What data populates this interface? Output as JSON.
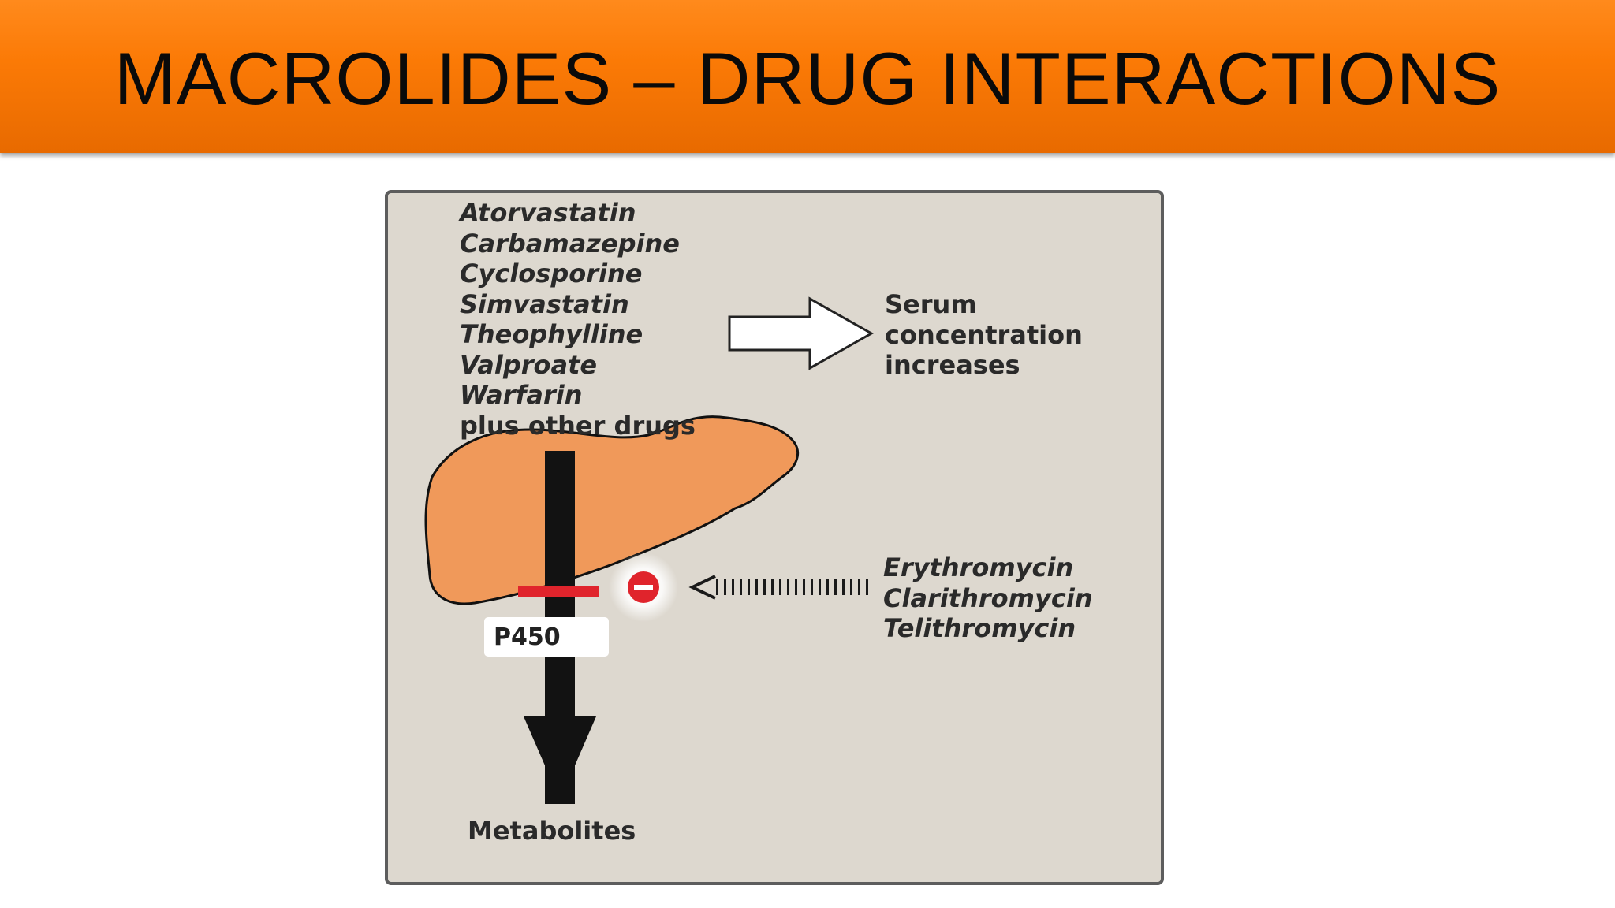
{
  "slide": {
    "title": "MACROLIDES – DRUG INTERACTIONS"
  },
  "diagram": {
    "affected_drugs": [
      "Atorvastatin",
      "Carbamazepine",
      "Cyclosporine",
      "Simvastatin",
      "Theophylline",
      "Valproate",
      "Warfarin"
    ],
    "affected_drugs_extra": "plus other drugs",
    "effect_lines": [
      "Serum",
      "concentration",
      "increases"
    ],
    "inhibitors": [
      "Erythromycin",
      "Clarithromycin",
      "Telithromycin"
    ],
    "enzyme_label": "P450",
    "output_label": "Metabolites"
  },
  "colors": {
    "header_orange": "#fb7a06",
    "panel_bg": "#ddd8cf",
    "liver_fill": "#f0995a",
    "inhibit_red": "#e0242c"
  },
  "icons": {
    "inhibition_marker": "minus-circle-icon"
  }
}
